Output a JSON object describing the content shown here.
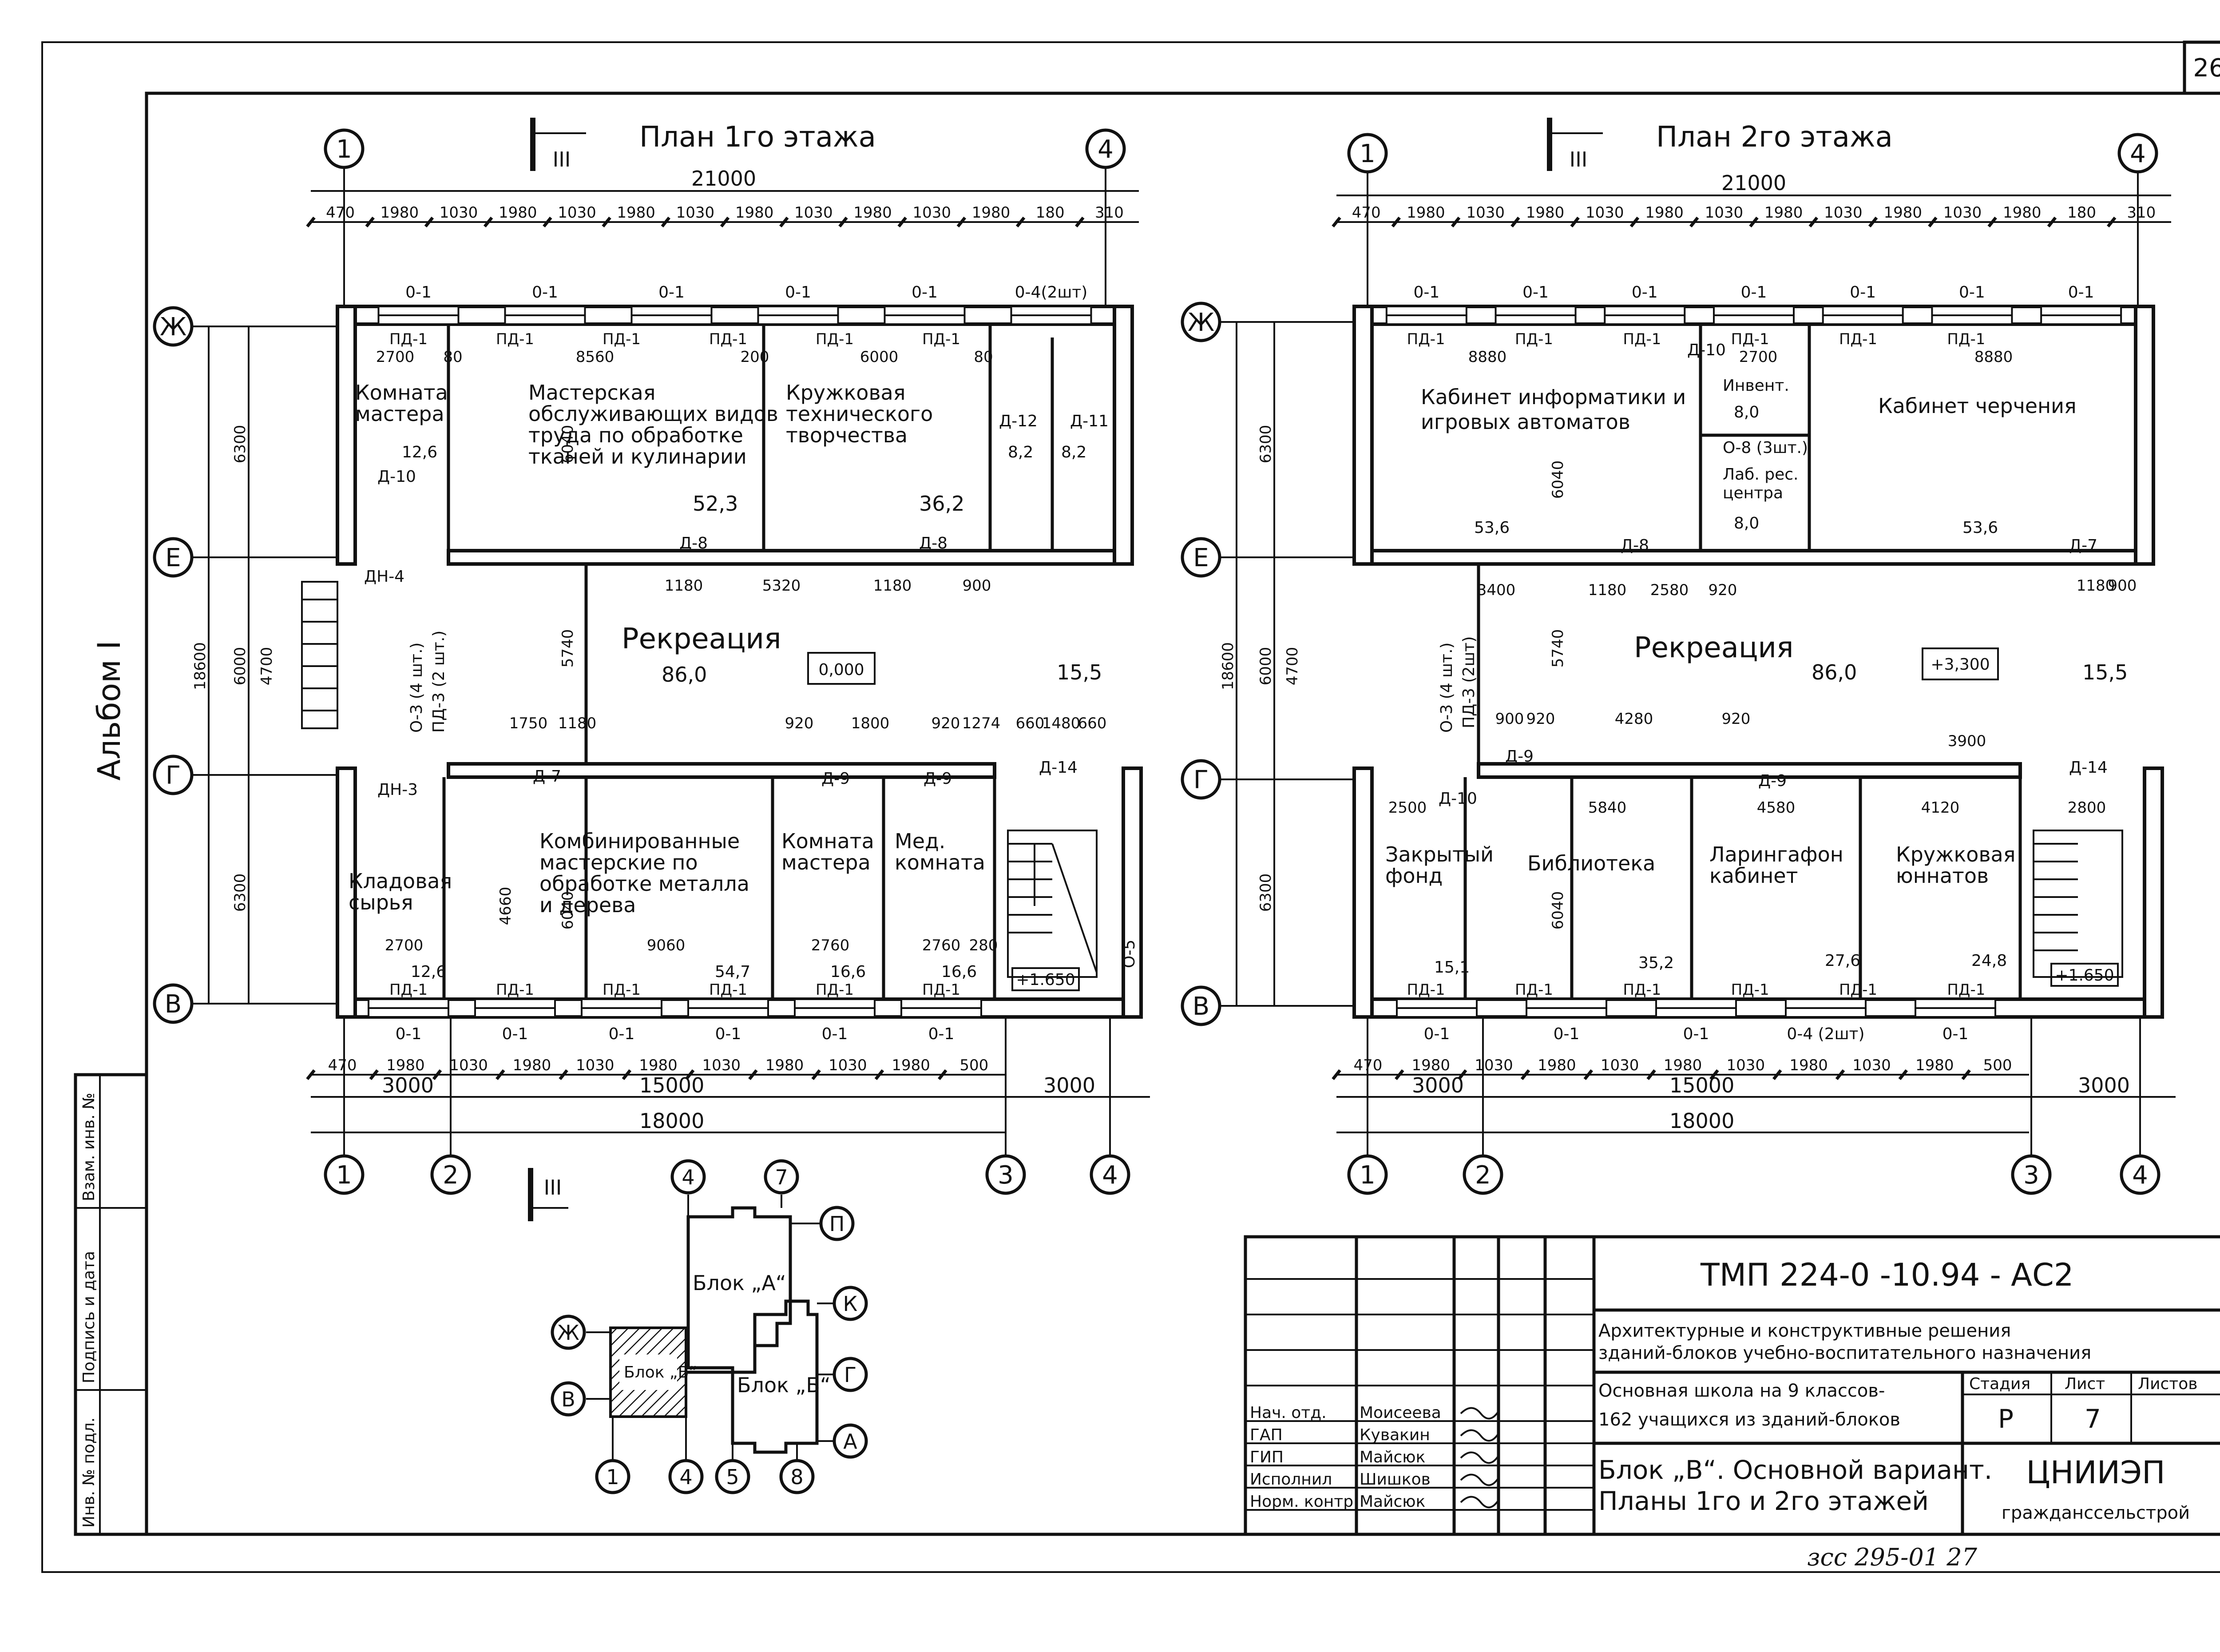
{
  "sheet": {
    "number": "26",
    "album_label": "Альбом I",
    "bottom_handwritten": "зсс 295-01 27"
  },
  "side_stamp": {
    "col1": "Инв. № подл.",
    "col2": "Подпись и дата",
    "col3": "Взам. инв. №"
  },
  "plan1": {
    "title": "План 1го этажа",
    "section_mark": "III",
    "axes_top": [
      "1",
      "4"
    ],
    "axes_bottom": [
      "1",
      "2",
      "3",
      "4"
    ],
    "axes_left": [
      "Ж",
      "Е",
      "Г",
      "В"
    ],
    "overall_width": "21000",
    "top_dims": [
      "470",
      "1980",
      "1030",
      "1980",
      "1030",
      "1980",
      "1030",
      "1980",
      "1030",
      "1980",
      "1030",
      "1980",
      "180",
      "310"
    ],
    "bottom_dims": [
      "470",
      "1980",
      "1030",
      "1980",
      "1030",
      "1980",
      "1030",
      "1980",
      "1030",
      "1980",
      "500"
    ],
    "bottom_totals": [
      "3000",
      "15000",
      "3000",
      "18000"
    ],
    "left_dims": [
      "6300",
      "18600",
      "6000",
      "4700",
      "6300"
    ],
    "window_top": [
      "0-1",
      "0-1",
      "0-1",
      "0-1",
      "0-1",
      "0-4(2шт)"
    ],
    "window_bottom": [
      "0-1",
      "0-1",
      "0-1",
      "0-1",
      "0-1",
      "0-1"
    ],
    "rooms": [
      {
        "name": "Комната мастера",
        "area": "12,6"
      },
      {
        "name": "Мастерская обслуживающих видов труда по обработке тканей и кулинарии",
        "area": "52,3"
      },
      {
        "name": "Кружковая технического творчества",
        "area": "36,2"
      },
      {
        "name": "Рекреация",
        "area": "86,0"
      },
      {
        "name": "Кладовая сырья",
        "area": "12,6"
      },
      {
        "name": "Комбинированные мастерские по обработке металла и дерева",
        "area": "54,7"
      },
      {
        "name": "Комната мастера",
        "area": "16,6"
      },
      {
        "name": "Мед. комната",
        "area": "16,6"
      }
    ],
    "small_areas": [
      "8,2",
      "8,2",
      "15,5"
    ],
    "level_mark": "0,000",
    "stair_mark": "+1.650",
    "doors": [
      "Д-8",
      "Д-8",
      "Д-7",
      "Д-9",
      "Д-9",
      "Д-10",
      "Д-14",
      "ДН-4",
      "ДН-3",
      "Д-12",
      "Д-11",
      "О-5"
    ],
    "partition": [
      "ПД-1",
      "ПД-3 (2 шт.)",
      "О-3 (4 шт.)"
    ],
    "inner_dims": [
      "2700",
      "80",
      "8560",
      "200",
      "6000",
      "80",
      "1180",
      "5320",
      "1180",
      "900",
      "1750",
      "1180",
      "920",
      "1800",
      "920",
      "1274",
      "660",
      "1480",
      "660",
      "2700",
      "9060",
      "2760",
      "2760",
      "280",
      "4660",
      "6040",
      "5740",
      "6040"
    ]
  },
  "plan2": {
    "title": "План 2го этажа",
    "section_mark": "III",
    "axes_top": [
      "1",
      "4"
    ],
    "axes_bottom": [
      "1",
      "2",
      "3",
      "4"
    ],
    "axes_left": [
      "Ж",
      "Е",
      "Г",
      "В"
    ],
    "overall_width": "21000",
    "top_dims": [
      "470",
      "1980",
      "1030",
      "1980",
      "1030",
      "1980",
      "1030",
      "1980",
      "1030",
      "1980",
      "1030",
      "1980",
      "180",
      "310"
    ],
    "bottom_dims": [
      "470",
      "1980",
      "1030",
      "1980",
      "1030",
      "1980",
      "1030",
      "1980",
      "1030",
      "1980",
      "500"
    ],
    "bottom_totals": [
      "3000",
      "15000",
      "3000",
      "18000"
    ],
    "left_dims": [
      "6300",
      "18600",
      "6000",
      "4700",
      "6300"
    ],
    "window_top": [
      "0-1",
      "0-1",
      "0-1",
      "0-1",
      "0-1",
      "0-1",
      "0-1"
    ],
    "window_bottom": [
      "0-1",
      "0-1",
      "0-1",
      "0-4 (2шт)",
      "0-1"
    ],
    "rooms": [
      {
        "name": "Кабинет информатики и игровых автоматов",
        "area": "53,6"
      },
      {
        "name": "Инвент.",
        "area": "8,0"
      },
      {
        "name": "Лаб. рес. центра",
        "area": "8,0"
      },
      {
        "name": "Кабинет черчения",
        "area": "53,6"
      },
      {
        "name": "Рекреация",
        "area": "86,0"
      },
      {
        "name": "Закрытый фонд",
        "area": "15,1"
      },
      {
        "name": "Библиотека",
        "area": "35,2"
      },
      {
        "name": "Ларингафон кабинет",
        "area": "27,6"
      },
      {
        "name": "Кружковая юннатов",
        "area": "24,8"
      }
    ],
    "small_areas": [
      "15,5"
    ],
    "level_mark": "+3,300",
    "stair_mark": "+1.650",
    "doors": [
      "Д-8",
      "Д-7",
      "Д-9",
      "Д-9",
      "Д-10",
      "Д-14",
      "Д-10"
    ],
    "partition": [
      "ПД-1",
      "ПД-3 (2шт)",
      "О-3 (4 шт.)",
      "О-8 (3шт.)"
    ],
    "inner_dims": [
      "8880",
      "2700",
      "8880",
      "3400",
      "1180",
      "2580",
      "920",
      "1180",
      "900",
      "900",
      "920",
      "4280",
      "920",
      "2500",
      "5840",
      "4580",
      "4120",
      "2800",
      "3900",
      "6040",
      "5740",
      "6040"
    ]
  },
  "key_plan": {
    "blocks": [
      "Блок „А“",
      "Блок „Б“",
      "Блок „В“"
    ],
    "axes_top": [
      "4",
      "7"
    ],
    "axes_right": [
      "П",
      "К",
      "Г",
      "А"
    ],
    "axes_left": [
      "Ж",
      "В"
    ],
    "axes_bottom": [
      "1",
      "4",
      "5",
      "8"
    ],
    "section_mark": "III"
  },
  "title_block": {
    "code": "ТМП 224-0 -10.94 - АС2",
    "description_1": "Архитектурные и конструктивные решения",
    "description_2": "зданий-блоков учебно-воспитательного назначения",
    "project_1": "Основная школа на 9 классов-",
    "project_2": "162 учащихся из зданий-блоков",
    "sheet_title_1": "Блок „В“. Основной вариант.",
    "sheet_title_2": "Планы 1го и 2го этажей",
    "org_1": "ЦНИИЭП",
    "org_2": "гражданссельстрой",
    "stage_hdr": "Стадия",
    "sheet_hdr": "Лист",
    "sheets_hdr": "Листов",
    "stage": "Р",
    "sheet": "7",
    "sheets": "",
    "people": [
      {
        "role": "Нач. отд.",
        "name": "Моисеева"
      },
      {
        "role": "ГАП",
        "name": "Кувакин"
      },
      {
        "role": "ГИП",
        "name": "Майсюк"
      },
      {
        "role": "Исполнил",
        "name": "Шишков"
      },
      {
        "role": "Норм. контр",
        "name": "Майсюк"
      }
    ]
  }
}
